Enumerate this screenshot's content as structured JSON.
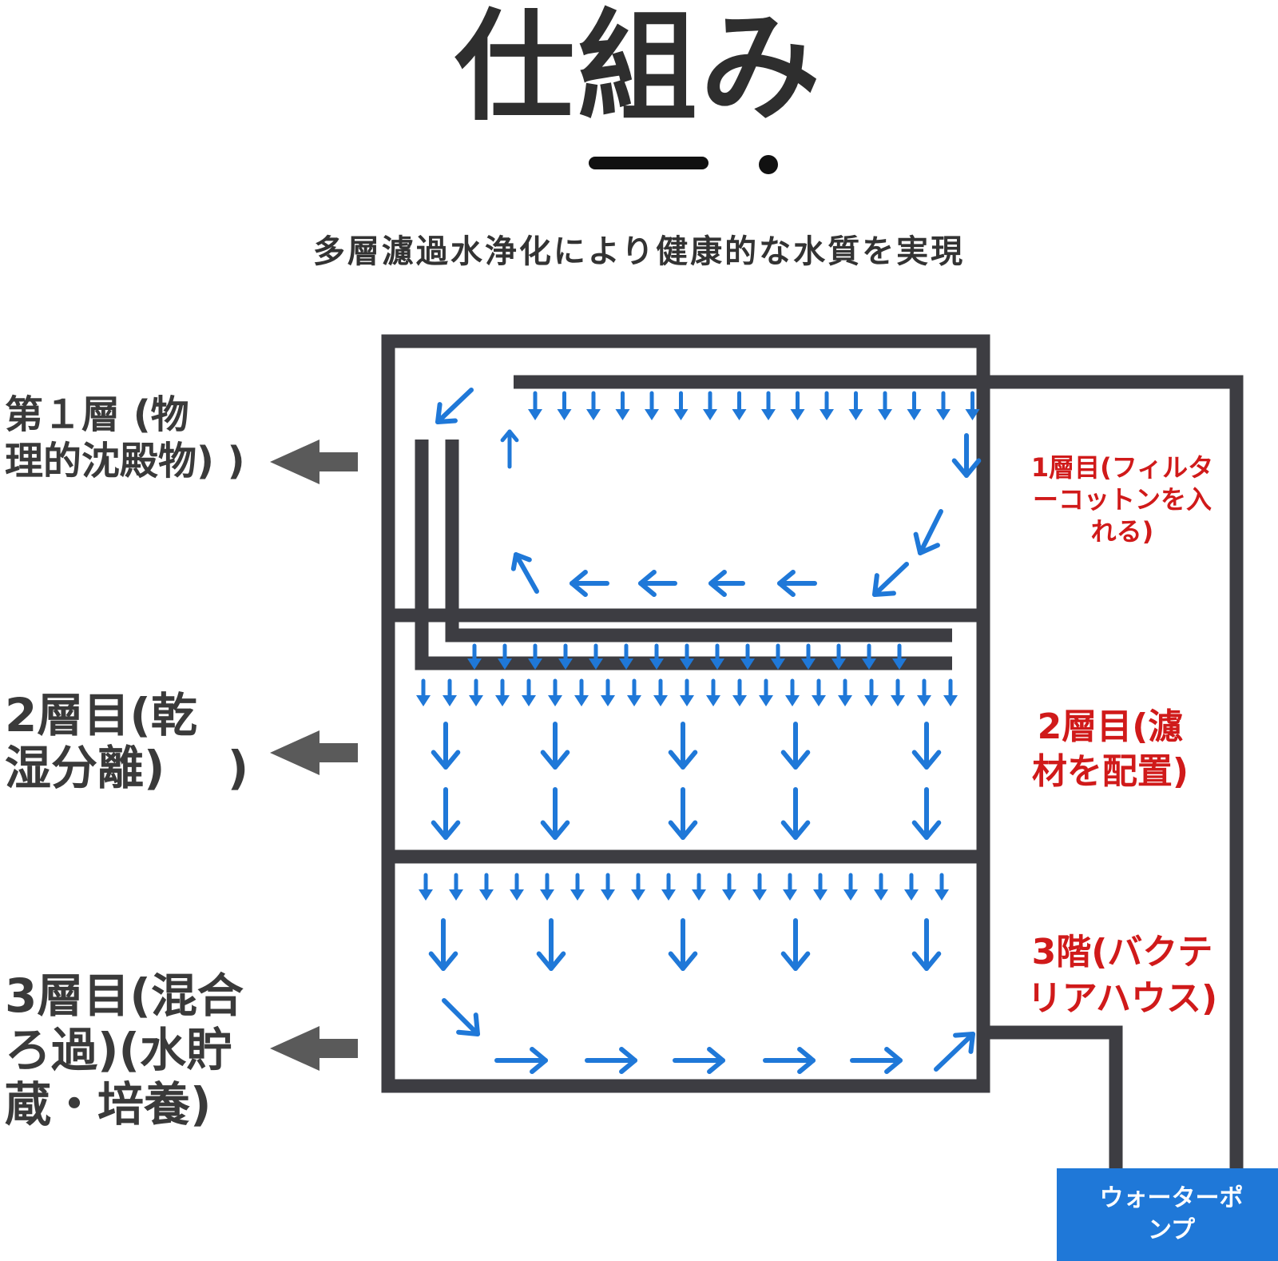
{
  "title": "仕組み",
  "subtitle": "多層濾過水浄化により健康的な水質を実現",
  "left_labels": {
    "layer1": "第１層 (物\n理的沈殿物) )",
    "layer2": "2層目(乾\n湿分離)　 )",
    "layer3": "3層目(混合\nろ過)(水貯\n蔵・培養)"
  },
  "right_labels": {
    "layer1": "1層目(フィルタ\nーコットンを入\nれる)",
    "layer2": "2層目(濾\n材を配置)",
    "layer3": "3階(バクテ\nリアハウス)"
  },
  "pump_label": "ウォーターポ\nンプ",
  "colors": {
    "structure": "#3d3d42",
    "flow_arrow": "#1f78d8",
    "pointer_arrow": "#5a5a5a",
    "right_label": "#d01a1a",
    "pump_box": "#1f78d8"
  },
  "icons": {
    "flow": "arrow-icon",
    "pointer": "left-arrow-icon"
  }
}
